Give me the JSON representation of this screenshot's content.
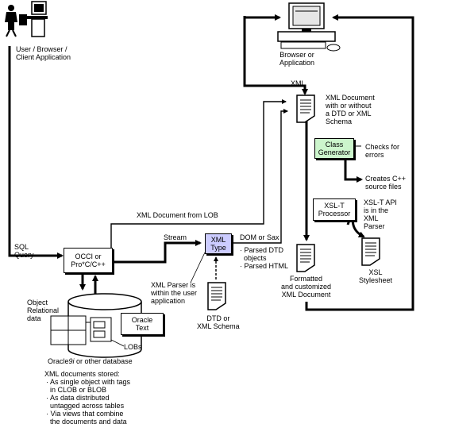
{
  "user_label": "User / Browser /\nClient Application",
  "browser_label": "Browser or\nApplication",
  "sql_query": "SQL\nQuery",
  "occi_box": "OCCI or\nPro*C/C++",
  "xml_label": "XML",
  "xml_doc_label": "XML Document\nwith or without\na DTD or XML\nSchema",
  "class_gen_box": "Class\nGenerator",
  "checks_label": "Checks for\nerrors",
  "creates_label": "Creates C++\nsource files",
  "xslt_box": "XSL-T\nProcessor",
  "xslt_api_label": "XSL-T API\nis in the\nXML\nParser",
  "xsl_stylesheet_label": "XSL\nStylesheet",
  "formatted_label": "Formatted\nand customized\nXML Document",
  "xml_doc_lob_label": "XML Document from LOB",
  "stream_label": "Stream",
  "xmltype_box": "XML\nType",
  "dom_sax_label": "DOM or Sax",
  "parsed_label": "· Parsed DTD\n  objects\n· Parsed HTML",
  "xml_parser_label": "XML Parser is\nwithin the user\napplication",
  "dtd_label": "DTD or\nXML Schema",
  "object_rel_label": "Object\nRelational\ndata",
  "oracle_text_box": "Oracle\nText",
  "lobs_label": "LOBs",
  "oracle9i_prefix": "Oracle",
  "oracle9i_version": "9i",
  "oracle9i_suffix": " or other database",
  "stored_title": "XML documents stored:",
  "stored_items": "· As single object with tags\n  in CLOB or BLOB\n· As data distributed\n  untagged across tables\n· Via views that combine\n  the documents and data",
  "colors": {
    "class_gen_fill": "#ccf5cc",
    "xmltype_fill": "#ccccff",
    "line": "#000000"
  },
  "icons": [
    "user-at-computer-icon",
    "desktop-computer-icon",
    "document-icon",
    "database-cylinder-icon"
  ]
}
